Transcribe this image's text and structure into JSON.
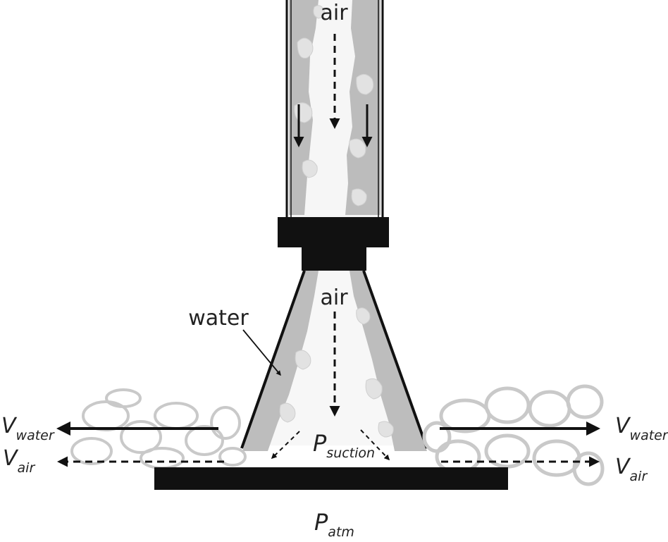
{
  "labels": {
    "air_top": "air",
    "air_mid": "air",
    "water": "water",
    "p_suction_main": "P",
    "p_suction_sub": "suction",
    "p_atm_main": "P",
    "p_atm_sub": "atm",
    "v_water_main": "V",
    "v_water_sub": "water",
    "v_air_main": "V",
    "v_air_sub": "air"
  },
  "colors": {
    "ink": "#111111",
    "water_fill": "#bdbdbd",
    "foam": "#dcdcdc",
    "background": "#ffffff"
  }
}
